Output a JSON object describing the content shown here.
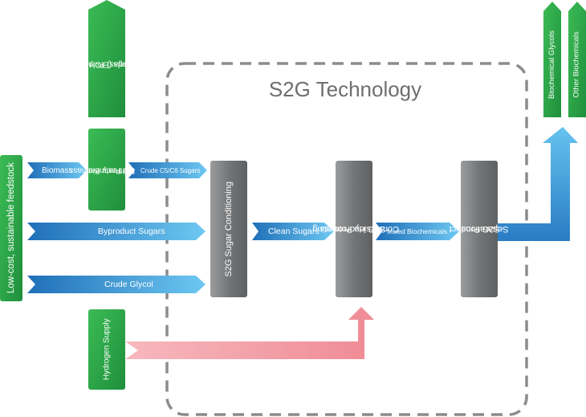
{
  "title": "S2G Technology",
  "feedstock_label": "Low-cost, sustainable feedstock",
  "output_biofuels": [
    "Biofuels (EtOH, Lignin,",
    "Biogas) Pulp"
  ],
  "pretreatment_label": [
    "3rd Party Biomass",
    "Pretreatment"
  ],
  "hydrogen_label": "Hydrogen Supply",
  "arrows": {
    "biomass": "Biomass",
    "crude_sugars": "Crude C5/C6 Sugars",
    "byproduct_sugars": "Byproduct Sugars",
    "crude_glycol": "Crude Glycol",
    "clean_sugars": "Clean Sugars",
    "mixed_biochemicals": "Mixed Biochemicals"
  },
  "process_boxes": {
    "conditioning": [
      "S2G Sugar Conditioning"
    ],
    "hydrotreating": [
      "S2G Hydrotreating",
      "Conversion Process"
    ],
    "separations": [
      "S2G Product",
      "Separations"
    ]
  },
  "outputs": {
    "glycols": "Biochemical Glycols",
    "other": "Other Biochemicals"
  },
  "colors": {
    "green": "#2da84a",
    "blue": "#2f8fd0",
    "gray": "#7f8183",
    "pink": "#f39aa2",
    "dash": "#8a8c8e"
  }
}
